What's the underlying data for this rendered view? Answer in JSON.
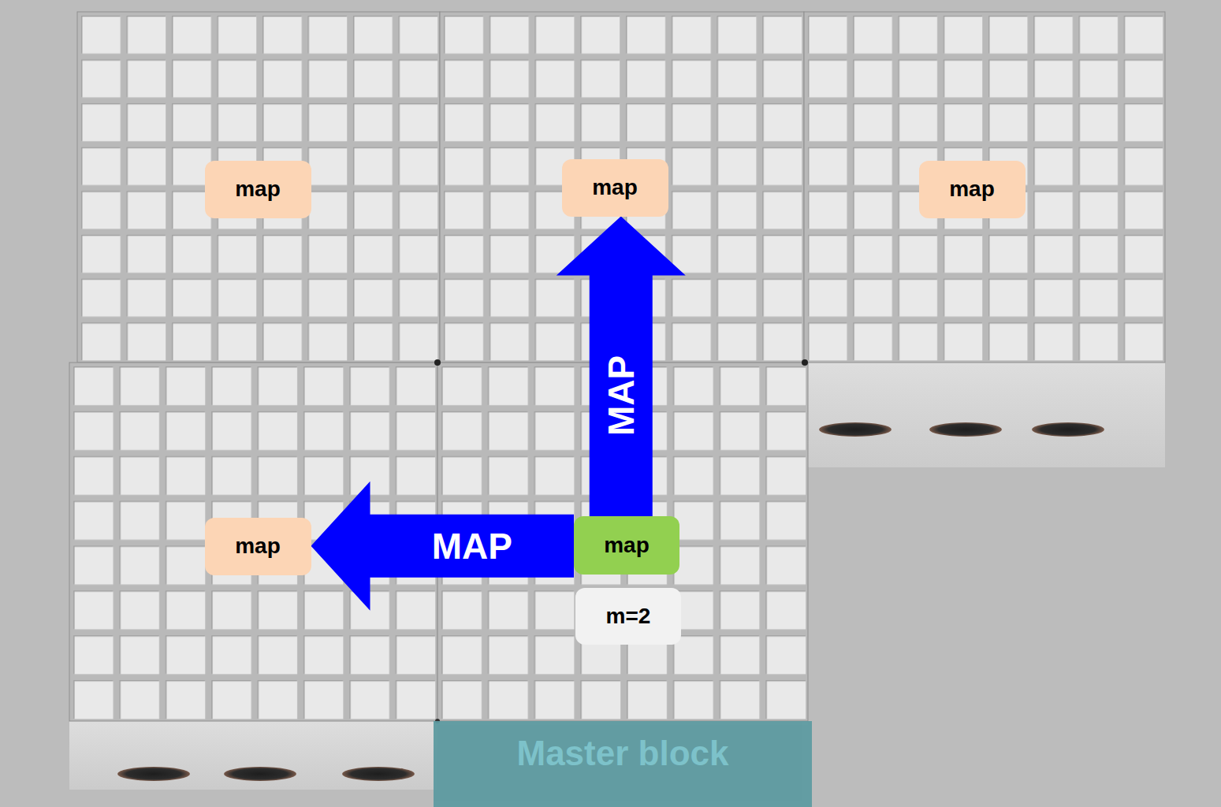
{
  "diagram": {
    "nodes": [
      {
        "text": [
          "map"
        ]
      },
      {
        "text": [
          "map"
        ]
      },
      {
        "text": [
          "map"
        ]
      },
      {
        "text": [
          "map"
        ]
      },
      {
        "text": [
          "map"
        ]
      },
      {
        "text": [
          "m=2"
        ]
      },
      {
        "text": [
          "Master block"
        ]
      }
    ],
    "edges": [
      {
        "from": 4,
        "to": 1,
        "label": "MAP",
        "arrow": "to"
      },
      {
        "from": 4,
        "to": 3,
        "label": "MAP",
        "arrow": "to"
      }
    ]
  }
}
